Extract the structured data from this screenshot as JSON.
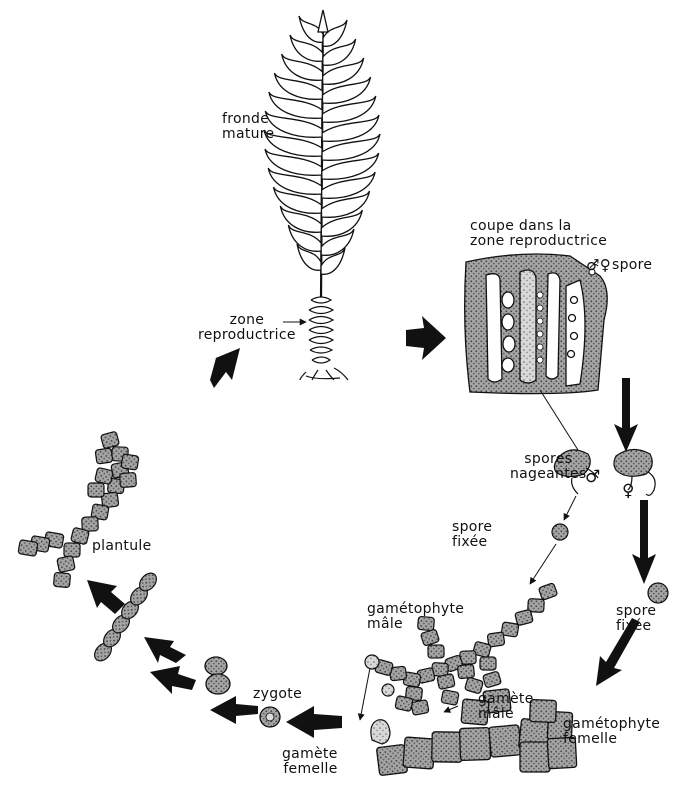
{
  "labels": {
    "fronde_mature": "fronde\nmature",
    "zone_reproductrice": "zone\nreproductrice",
    "coupe": "coupe dans la\nzone reproductrice",
    "spore_top": "spore",
    "spores_nageantes": "spores\nnageantes",
    "spore_fixee_left": "spore\nfixée",
    "spore_fixee_right": "spore\nfixée",
    "gametophyte_male": "gamétophyte\nmâle",
    "gamete_male": "gamète\nmâle",
    "gametophyte_femelle": "gamétophyte\nfemelle",
    "gamete_femelle": "gamète\nfemelle",
    "zygote": "zygote",
    "plantule": "plantule"
  },
  "symbols": {
    "male": "♂",
    "female": "♀",
    "spore_symbols": "♂♀"
  },
  "colors": {
    "ink": "#111111",
    "cell_fill": "#8a8a8a",
    "cell_light": "#c9c9c9",
    "paper": "#ffffff"
  }
}
